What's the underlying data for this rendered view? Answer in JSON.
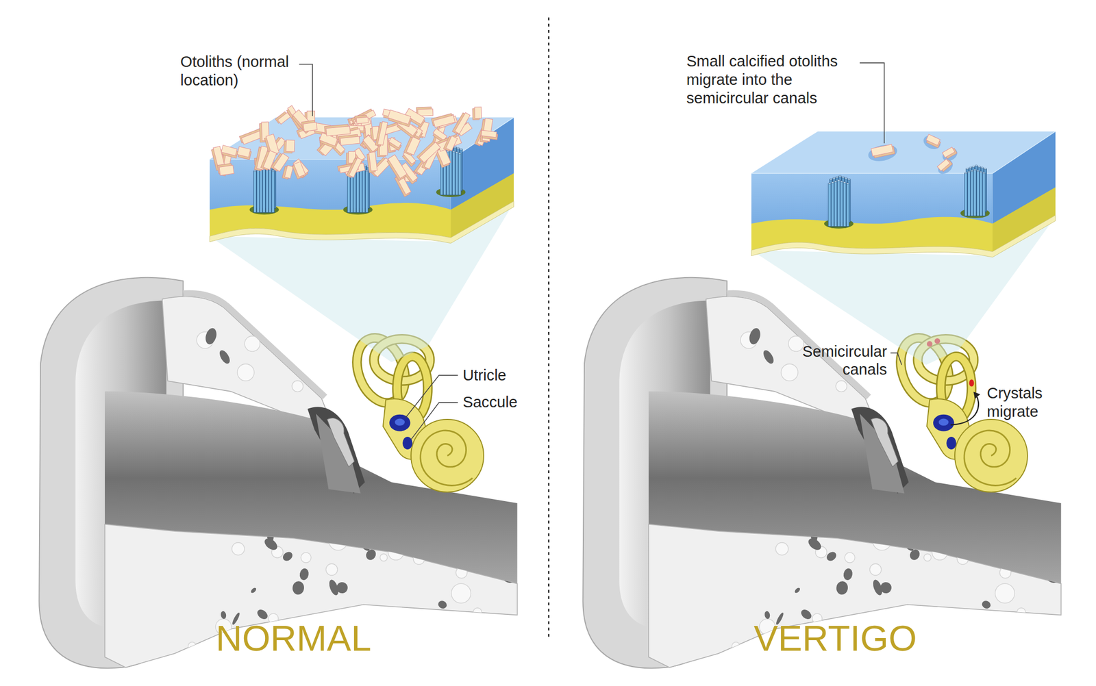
{
  "diagram": {
    "labels": [
      "Otoliths (normal location)",
      "Utricle",
      "Saccule",
      "NORMAL",
      "Small calcified otoliths migrate into the semicircular canals",
      "Semicircular canals",
      "Crystals migrate",
      "VERTIGO"
    ]
  }
}
